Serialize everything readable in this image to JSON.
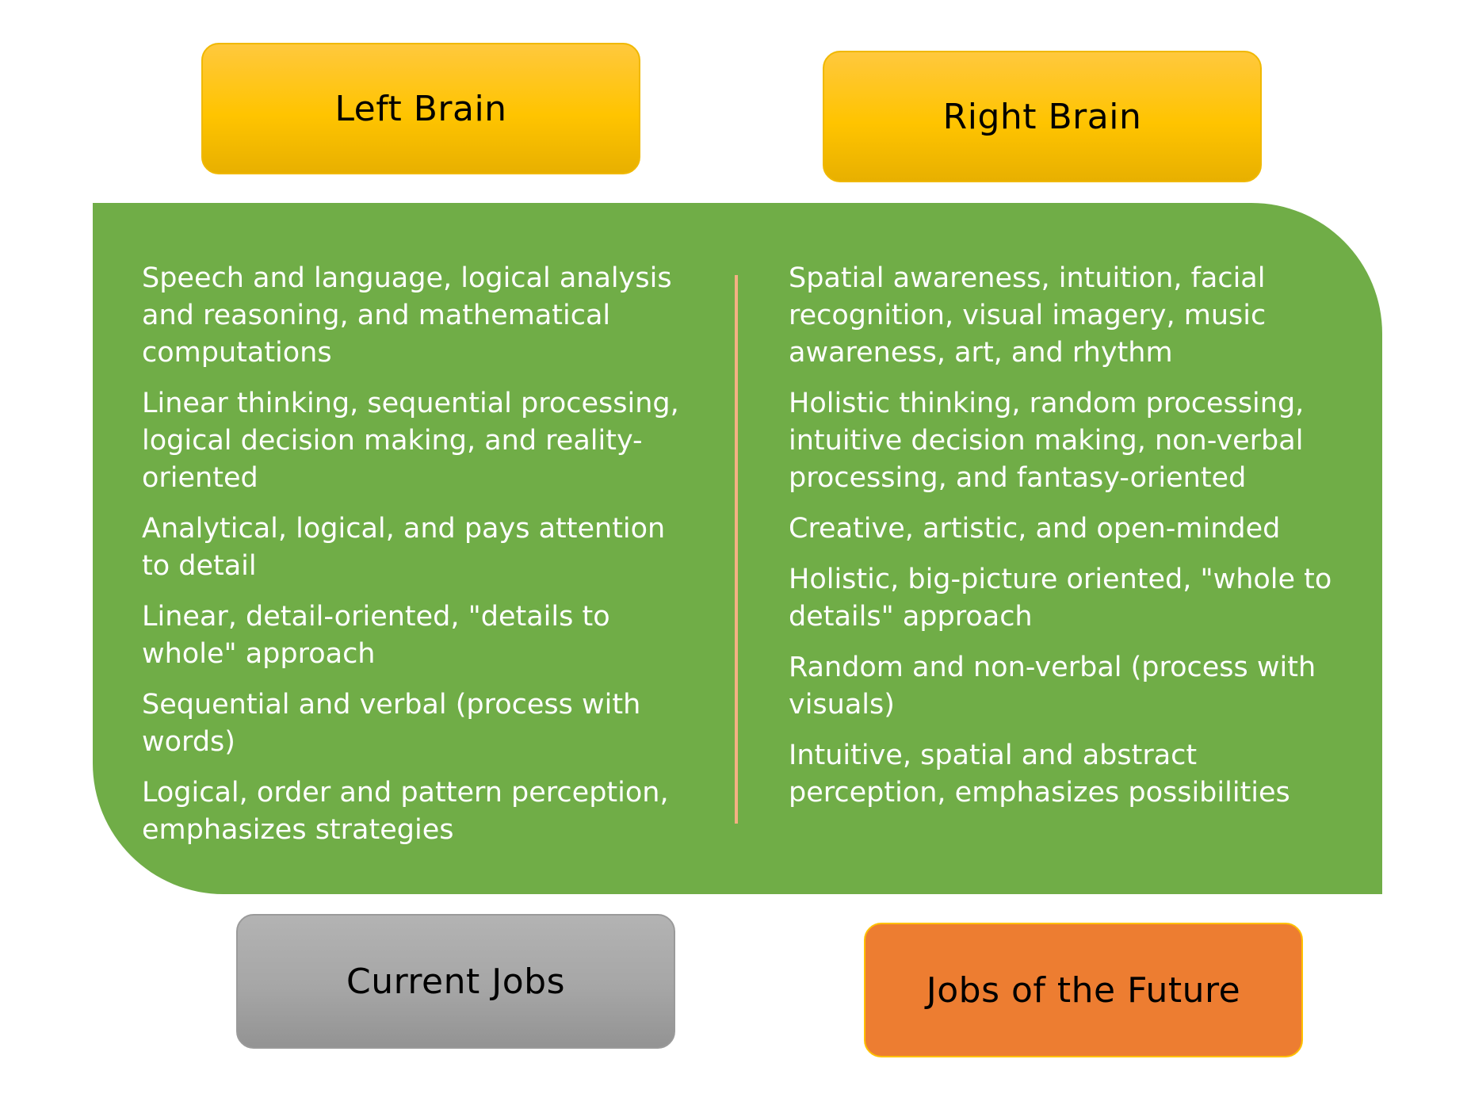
{
  "headers": {
    "left_brain": "Left Brain",
    "right_brain": "Right Brain"
  },
  "left_items": [
    "Speech and language, logical analysis and reasoning, and mathematical computations",
    "Linear thinking, sequential processing, logical decision making, and reality-oriented",
    "Analytical, logical, and pays attention to detail",
    "Linear, detail-oriented, \"details to whole\" approach",
    "Sequential and verbal (process with words)",
    "Logical, order and pattern perception, emphasizes strategies"
  ],
  "right_items": [
    "Spatial awareness, intuition, facial recognition, visual imagery, music awareness, art, and rhythm",
    "Holistic thinking, random processing, intuitive decision making, non-verbal processing, and fantasy-oriented",
    "Creative, artistic, and open-minded",
    "Holistic, big-picture oriented, \"whole to details\" approach",
    "Random and non-verbal (process with visuals)",
    "Intuitive, spatial and abstract perception, emphasizes possibilities"
  ],
  "footers": {
    "current_jobs": "Current Jobs",
    "future_jobs": "Jobs of the Future"
  },
  "colors": {
    "header_fill": "#ffc000",
    "panel_fill": "#70ad47",
    "divider": "#f4b183",
    "current_jobs_fill": "#a6a6a6",
    "future_jobs_fill": "#ed7d31"
  }
}
